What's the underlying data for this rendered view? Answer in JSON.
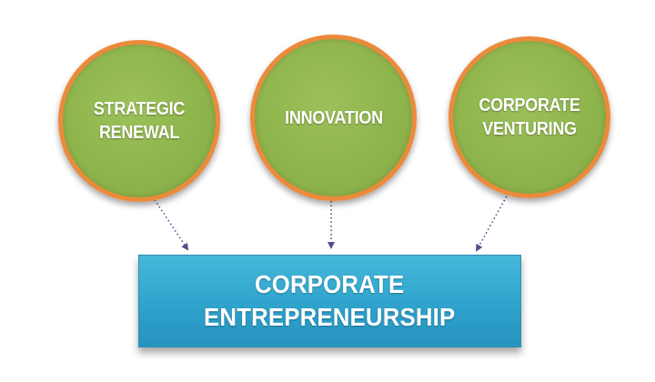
{
  "colors": {
    "circle_fill": "#8db34b",
    "circle_border": "#ec8a3b",
    "banner_fill": "#2fa3cc",
    "arrow": "#5a4a8a"
  },
  "diagram": {
    "nodes": [
      {
        "id": "strategic-renewal",
        "label": "STRATEGIC\nRENEWAL"
      },
      {
        "id": "innovation",
        "label": "INNOVATION"
      },
      {
        "id": "corporate-venturing",
        "label": "CORPORATE\nVENTURING"
      }
    ],
    "target": {
      "id": "corporate-entrepreneurship",
      "label": "CORPORATE\nENTREPRENEURSHIP"
    },
    "edges": [
      {
        "from": "strategic-renewal",
        "to": "corporate-entrepreneurship",
        "style": "dotted-arrow"
      },
      {
        "from": "innovation",
        "to": "corporate-entrepreneurship",
        "style": "dotted-arrow"
      },
      {
        "from": "corporate-venturing",
        "to": "corporate-entrepreneurship",
        "style": "dotted-arrow"
      }
    ]
  }
}
